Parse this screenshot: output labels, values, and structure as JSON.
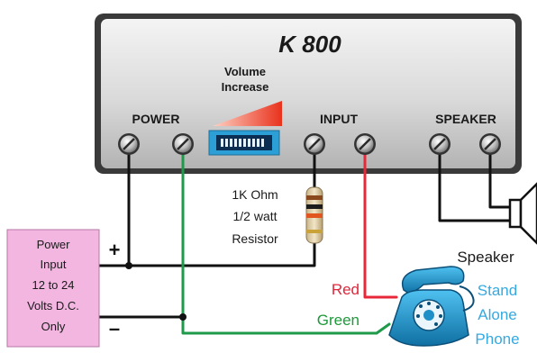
{
  "device": {
    "model": "K 800",
    "volume_line1": "Volume",
    "volume_line2": "Increase",
    "label_power": "POWER",
    "label_input": "INPUT",
    "label_speaker": "SPEAKER"
  },
  "resistor": {
    "line1": "1K Ohm",
    "line2": "1/2 watt",
    "line3": "Resistor"
  },
  "power_box": {
    "line1": "Power",
    "line2": "Input",
    "line3": "12 to 24",
    "line4": "Volts D.C.",
    "line5": "Only",
    "plus": "+",
    "minus": "–"
  },
  "wires": {
    "red": "Red",
    "green": "Green"
  },
  "speaker_label": "Speaker",
  "phone": {
    "line1": "Stand",
    "line2": "Alone",
    "line3": "Phone"
  },
  "colors": {
    "red_label": "#e0263a",
    "green_label": "#1e9a3c",
    "phone_label": "#35a9e0",
    "power_box_fill": "#f2b6e0",
    "wire_red": "#e8283a",
    "wire_green": "#1f9a4a",
    "phone_body": "#1f8fc8"
  }
}
